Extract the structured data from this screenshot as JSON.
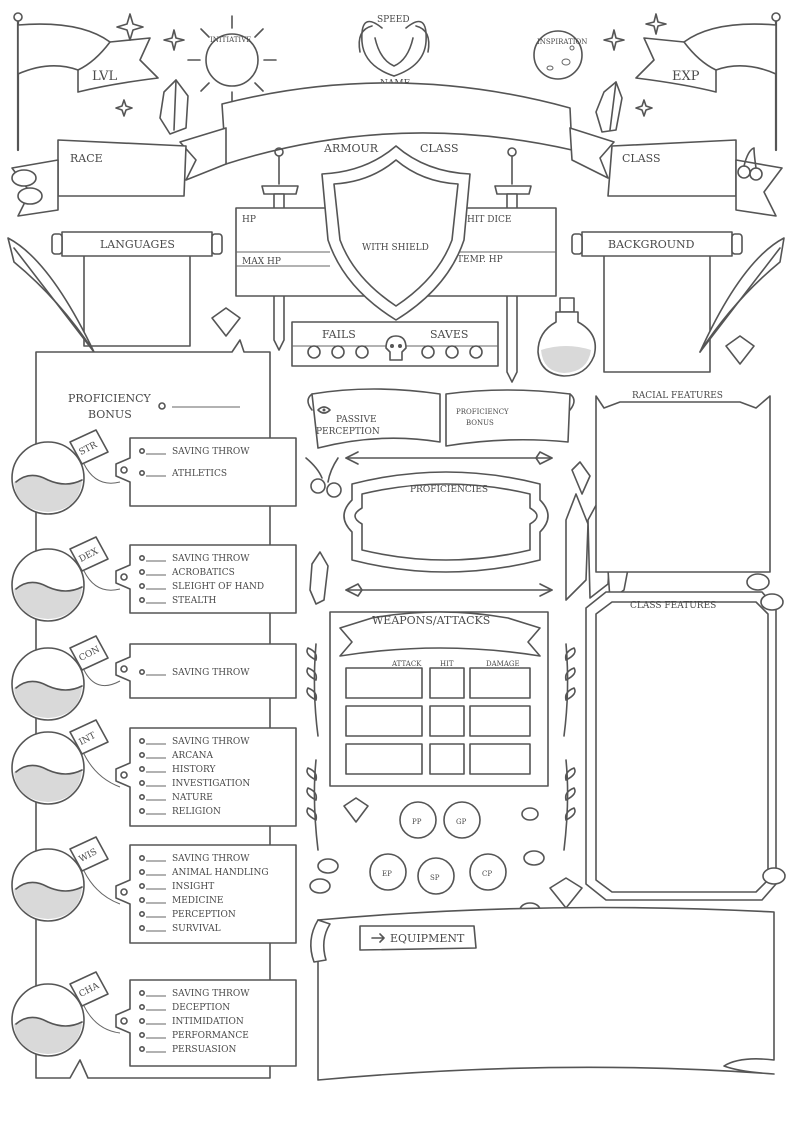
{
  "header": {
    "speed": "SPEED",
    "name": "NAME",
    "initiative": "INITIATIVE",
    "inspiration": "INSPIRATION",
    "lvl": "LVL",
    "exp": "EXP",
    "race": "RACE",
    "class": "CLASS",
    "armour_class_1": "ARMOUR",
    "armour_class_2": "CLASS",
    "with_shield": "WITH SHIELD"
  },
  "vitals": {
    "hp": "HP",
    "max_hp": "MAX HP",
    "hit_dice": "HIT DICE",
    "temp_hp": "TEMP. HP",
    "fails": "FAILS",
    "saves": "SAVES"
  },
  "languages": "LANGUAGES",
  "background": "BACKGROUND",
  "proficiency_bonus": [
    "PROFICIENCY",
    "BONUS"
  ],
  "passive_perception": [
    "PASSIVE",
    "PERCEPTION"
  ],
  "proficiency_bonus_small": [
    "PROFICIENCY",
    "BONUS"
  ],
  "proficiencies": "PROFICIENCIES",
  "racial_features": "RACIAL FEATURES",
  "class_features": "CLASS FEATURES",
  "weapons": {
    "title": "WEAPONS/ATTACKS",
    "columns": [
      "ATTACK",
      "HIT",
      "DAMAGE"
    ]
  },
  "coins": [
    "PP",
    "GP",
    "EP",
    "SP",
    "CP"
  ],
  "equipment": "EQUIPMENT",
  "abilities": [
    {
      "abbr": "STR",
      "skills": [
        "SAVING THROW",
        "ATHLETICS"
      ]
    },
    {
      "abbr": "DEX",
      "skills": [
        "SAVING THROW",
        "ACROBATICS",
        "SLEIGHT OF HAND",
        "STEALTH"
      ]
    },
    {
      "abbr": "CON",
      "skills": [
        "SAVING THROW"
      ]
    },
    {
      "abbr": "INT",
      "skills": [
        "SAVING THROW",
        "ARCANA",
        "HISTORY",
        "INVESTIGATION",
        "NATURE",
        "RELIGION"
      ]
    },
    {
      "abbr": "WIS",
      "skills": [
        "SAVING THROW",
        "ANIMAL HANDLING",
        "INSIGHT",
        "MEDICINE",
        "PERCEPTION",
        "SURVIVAL"
      ]
    },
    {
      "abbr": "CHA",
      "skills": [
        "SAVING THROW",
        "DECEPTION",
        "INTIMIDATION",
        "PERFORMANCE",
        "PERSUASION"
      ]
    }
  ]
}
